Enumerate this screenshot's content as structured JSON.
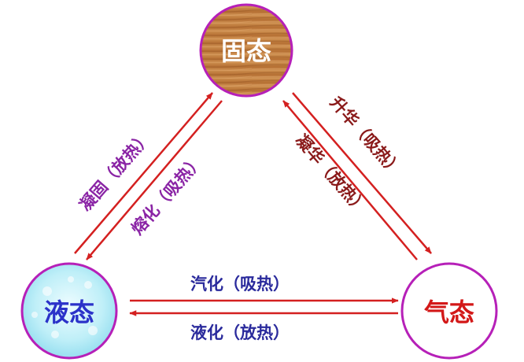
{
  "states": {
    "solid": {
      "label": "固态"
    },
    "liquid": {
      "label": "液态"
    },
    "gas": {
      "label": "气态"
    }
  },
  "transitions": {
    "solidify": "凝固（放热）",
    "melt": "熔化（吸热）",
    "sublimate": "升华（吸热）",
    "deposit": "凝华（放热）",
    "vaporize": "汽化（吸热）",
    "liquefy": "液化（放热）"
  },
  "colors": {
    "arrow": "#d42020",
    "circle_border": "#b620b8",
    "solid_label": "#ffffff",
    "liquid_label": "#2b32c9",
    "gas_label": "#d31818",
    "left_labels": "#8a24a5",
    "right_labels": "#8a1a1a",
    "bottom_labels": "#2a2a9c"
  }
}
